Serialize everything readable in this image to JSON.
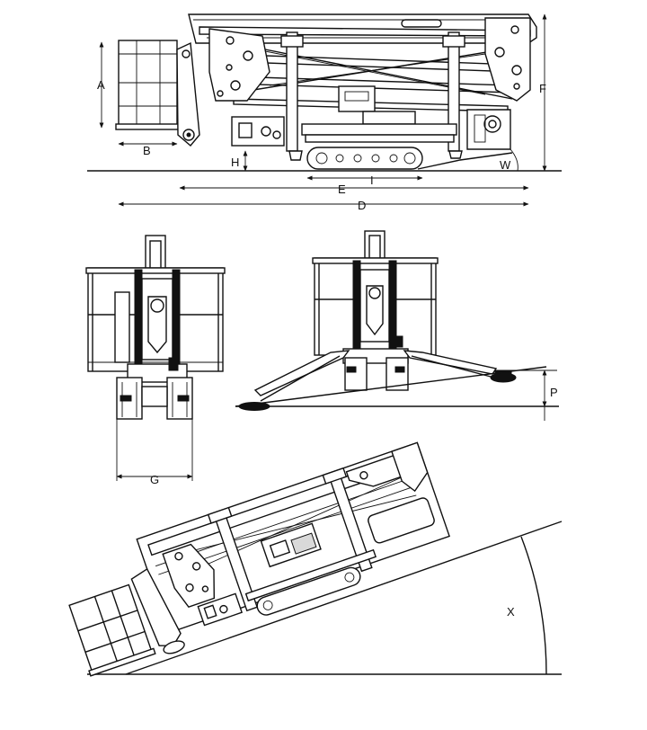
{
  "dimension_labels": {
    "A": "A",
    "B": "B",
    "D": "D",
    "E": "E",
    "F": "F",
    "G": "G",
    "H": "H",
    "I": "I",
    "P": "P",
    "W": "W",
    "X": "X"
  }
}
